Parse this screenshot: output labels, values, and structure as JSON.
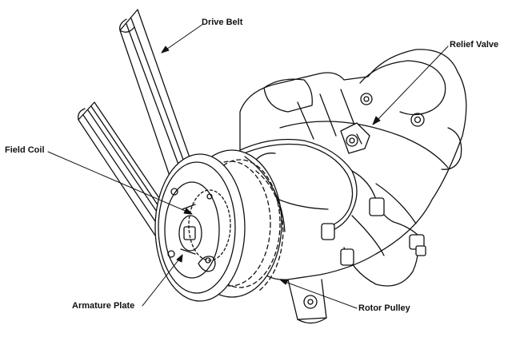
{
  "labels": {
    "drive_belt": "Drive Belt",
    "relief_valve": "Relief Valve",
    "field_coil": "Field Coil",
    "armature_plate": "Armature Plate",
    "rotor_pulley": "Rotor Pulley"
  },
  "colors": {
    "line": "#111111",
    "background": "#ffffff"
  }
}
